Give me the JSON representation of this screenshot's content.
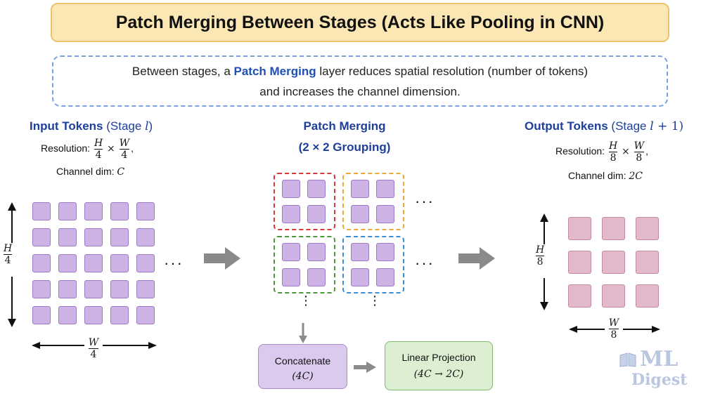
{
  "title": "Patch Merging Between Stages (Acts Like Pooling in CNN)",
  "description": {
    "before": "Between stages, a ",
    "highlight": "Patch Merging",
    "after_line1": " layer reduces spatial resolution (number of tokens)",
    "line2": "and increases the channel dimension."
  },
  "input": {
    "heading": "Input Tokens",
    "stage_label": "(Stage ",
    "stage_var": "l",
    "stage_close": ")",
    "resolution_label": "Resolution:",
    "res_h_num": "H",
    "res_h_den": "4",
    "res_w_num": "W",
    "res_w_den": "4",
    "times": "×",
    "comma": ",",
    "channel_label": "Channel dim:",
    "channel_value": "C",
    "height_num": "H",
    "height_den": "4",
    "width_num": "W",
    "width_den": "4",
    "ellipsis": "···"
  },
  "merging": {
    "heading_line1": "Patch Merging",
    "heading_line2": "(2 × 2 Grouping)",
    "group_colors": [
      "#d83a3a",
      "#e8a93a",
      "#4a9a3a",
      "#3a8fd8"
    ],
    "ellipsis": "···",
    "vdots": "⋮"
  },
  "output": {
    "heading": "Output Tokens",
    "stage_label": "(Stage ",
    "stage_var": "l",
    "stage_rest": " + 1)",
    "resolution_label": "Resolution:",
    "res_h_num": "H",
    "res_h_den": "8",
    "res_w_num": "W",
    "res_w_den": "8",
    "times": "×",
    "comma": ",",
    "channel_label": "Channel dim:",
    "channel_value": "2C",
    "height_num": "H",
    "height_den": "8",
    "width_num": "W",
    "width_den": "8"
  },
  "concat": {
    "label": "Concatenate",
    "value": "(4C)"
  },
  "linear": {
    "label": "Linear Projection",
    "value": "(4C → 2C)"
  },
  "watermark": {
    "line1": "ML",
    "line2": "Digest"
  },
  "colors": {
    "token_purple": "#cdb2e6",
    "token_pink": "#e3b9cc",
    "arrow_gray": "#8a8a8a",
    "heading_blue": "#1f3f99"
  }
}
